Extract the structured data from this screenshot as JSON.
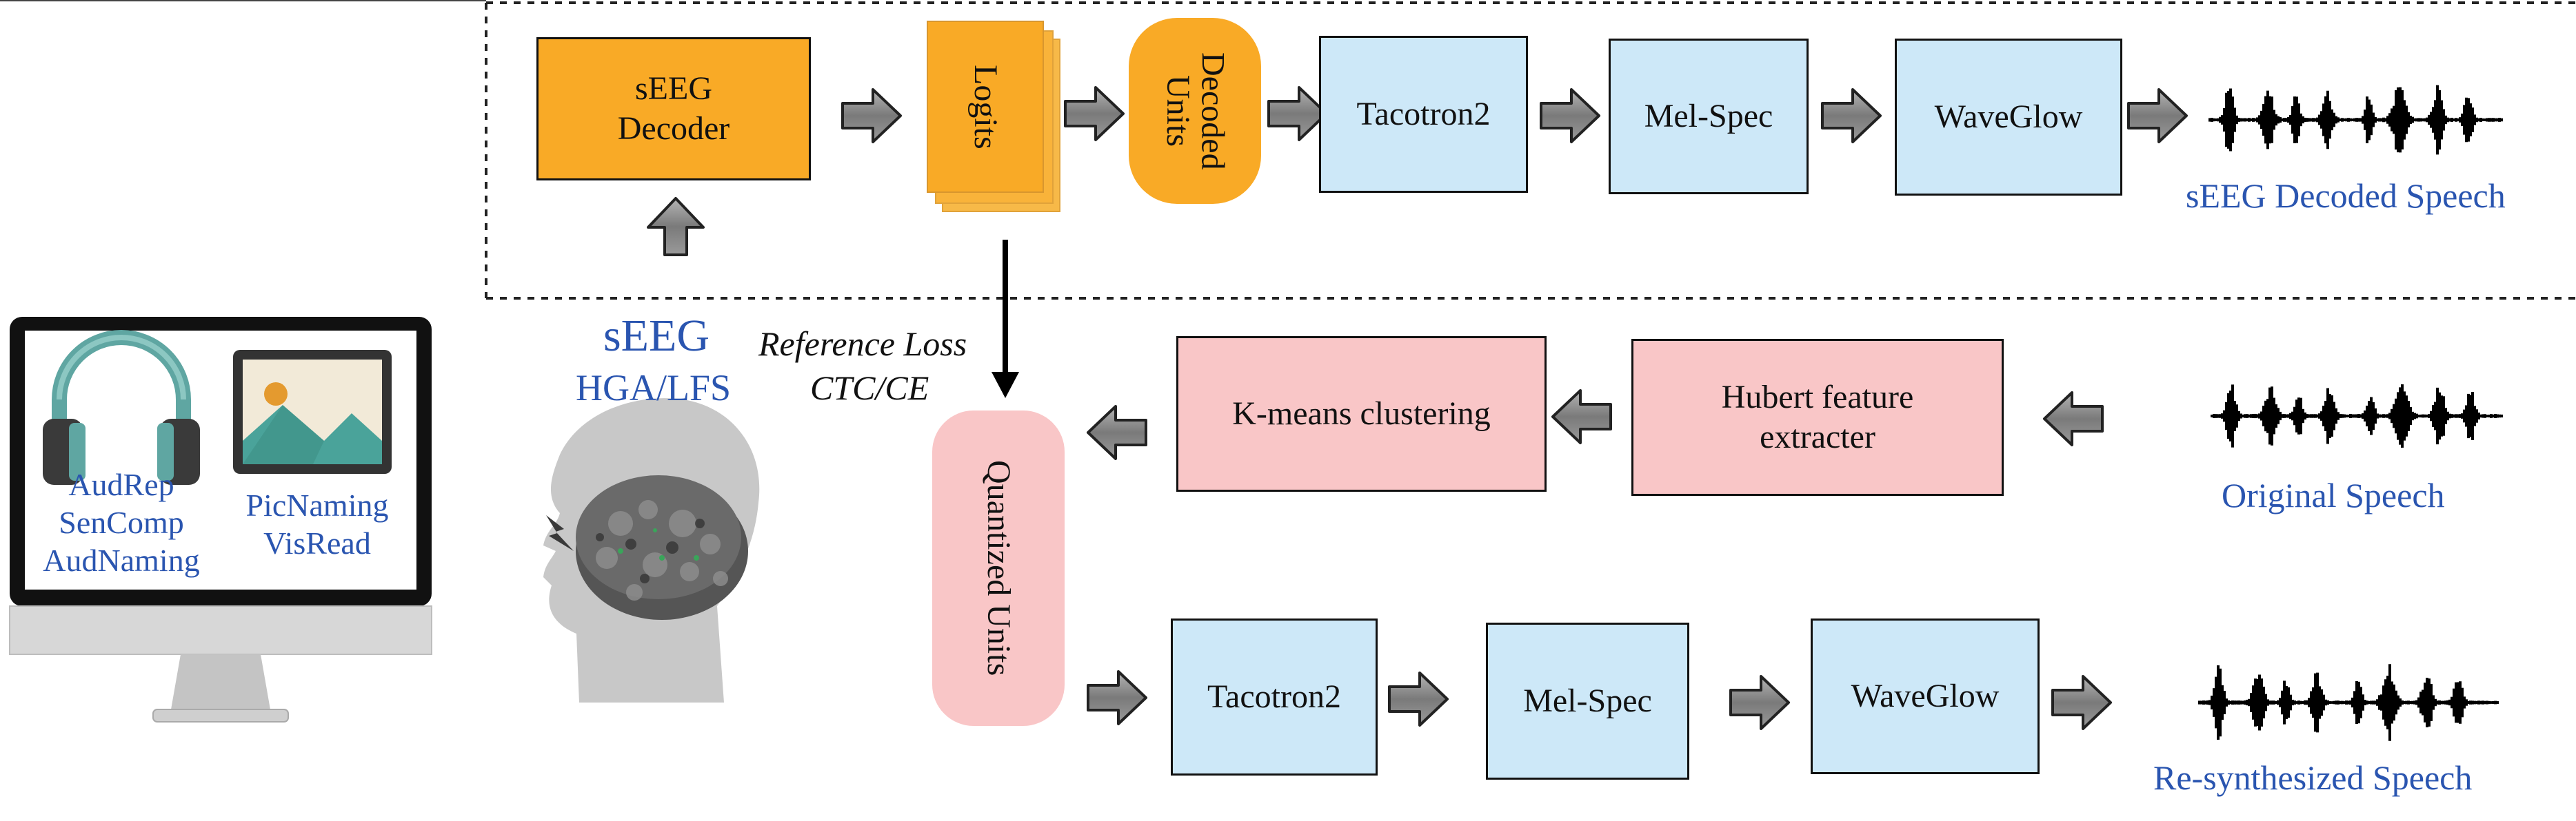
{
  "top_row": {
    "seeg_decoder": "sEEG\nDecoder",
    "logits": "Logits",
    "decoded_units": "Decoded\nUnits",
    "tacotron": "Tacotron2",
    "melspec": "Mel-Spec",
    "waveglow": "WaveGlow",
    "output_label": "sEEG Decoded Speech"
  },
  "middle_row": {
    "kmeans": "K-means clustering",
    "hubert": "Hubert feature\nextracter",
    "input_label": "Original Speech",
    "reference_loss": "Reference Loss",
    "loss_types": "CTC/CE",
    "seeg_title": "sEEG",
    "seeg_features": "HGA/LFS"
  },
  "bottom_row": {
    "quantized_units": "Quantized Units",
    "tacotron": "Tacotron2",
    "melspec": "Mel-Spec",
    "waveglow": "WaveGlow",
    "output_label": "Re-synthesized Speech"
  },
  "monitor": {
    "left_tasks": "AudRep\nSenComp\nAudNaming",
    "right_tasks": "PicNaming\nVisRead"
  },
  "colors": {
    "orange": "#f9aa26",
    "blue_box": "#cde8f8",
    "pink_box": "#f9c6c7",
    "label_blue": "#2a55b0",
    "arrow_gray": "#8a8a8a"
  }
}
